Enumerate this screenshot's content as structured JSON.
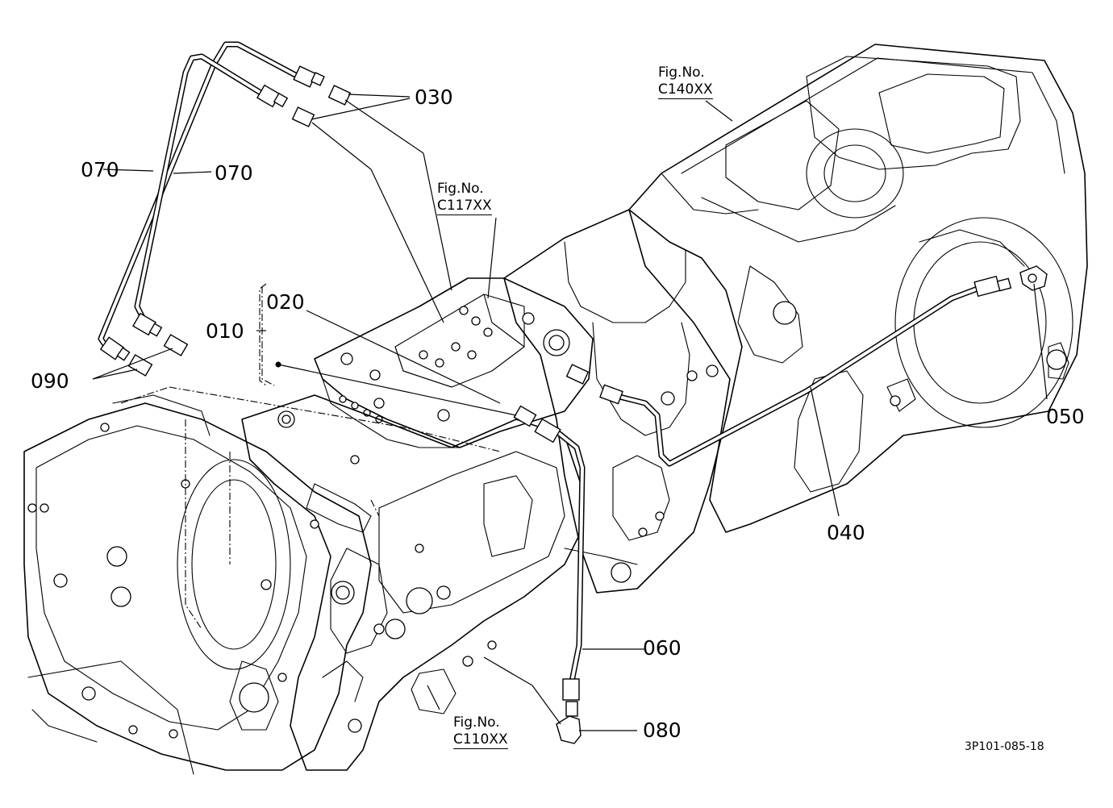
{
  "callouts": {
    "c010": "010",
    "c020": "020",
    "c030": "030",
    "c040": "040",
    "c050": "050",
    "c060": "060",
    "c070a": "070",
    "c070b": "070",
    "c080": "080",
    "c090": "090"
  },
  "figure_refs": {
    "c140": {
      "label": "Fig.No.",
      "code": "C140XX"
    },
    "c117": {
      "label": "Fig.No.",
      "code": "C117XX"
    },
    "c110": {
      "label": "Fig.No.",
      "code": "C110XX"
    }
  },
  "drawing_id": "3P101-085-18",
  "colors": {
    "line": "#000000",
    "background": "#ffffff"
  }
}
